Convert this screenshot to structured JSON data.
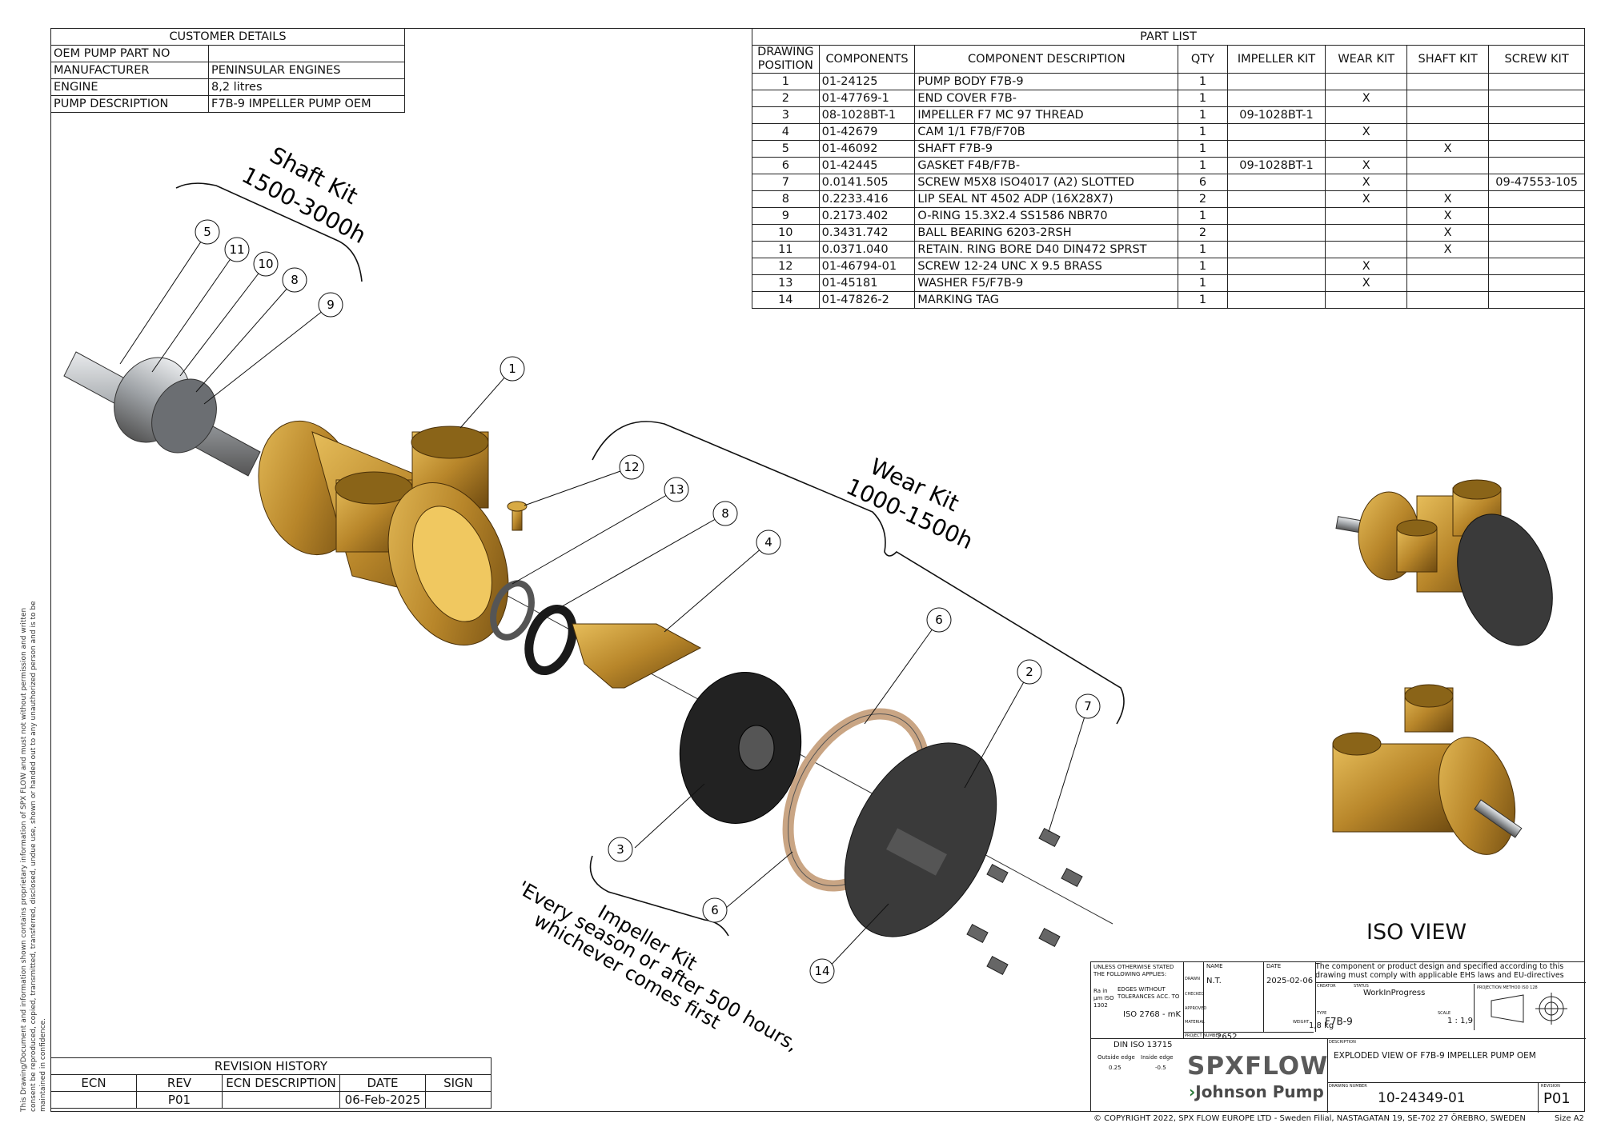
{
  "customer": {
    "header": "CUSTOMER DETAILS",
    "rows": [
      {
        "label": "OEM PUMP PART NO",
        "value": ""
      },
      {
        "label": "MANUFACTURER",
        "value": "PENINSULAR ENGINES"
      },
      {
        "label": "ENGINE",
        "value": "8,2 litres"
      },
      {
        "label": "PUMP DESCRIPTION",
        "value": "F7B-9 IMPELLER PUMP OEM"
      }
    ]
  },
  "parts": {
    "header": "PART LIST",
    "columns": [
      "DRAWING POSITION",
      "COMPONENTS",
      "COMPONENT DESCRIPTION",
      "QTY",
      "IMPELLER KIT",
      "WEAR KIT",
      "SHAFT KIT",
      "SCREW KIT"
    ],
    "rows": [
      [
        "1",
        "01-24125",
        "PUMP BODY F7B-9",
        "1",
        "",
        "",
        "",
        ""
      ],
      [
        "2",
        "01-47769-1",
        "END COVER F7B-",
        "1",
        "",
        "X",
        "",
        ""
      ],
      [
        "3",
        "08-1028BT-1",
        "IMPELLER F7 MC 97 THREAD",
        "1",
        "09-1028BT-1",
        "",
        "",
        ""
      ],
      [
        "4",
        "01-42679",
        "CAM 1/1 F7B/F70B",
        "1",
        "",
        "X",
        "",
        ""
      ],
      [
        "5",
        "01-46092",
        "SHAFT F7B-9",
        "1",
        "",
        "",
        "X",
        ""
      ],
      [
        "6",
        "01-42445",
        "GASKET F4B/F7B-",
        "1",
        "09-1028BT-1",
        "X",
        "",
        ""
      ],
      [
        "7",
        "0.0141.505",
        "SCREW M5X8 ISO4017 (A2) SLOTTED",
        "6",
        "",
        "X",
        "",
        "09-47553-105"
      ],
      [
        "8",
        "0.2233.416",
        "LIP SEAL NT 4502 ADP (16X28X7)",
        "2",
        "",
        "X",
        "X",
        ""
      ],
      [
        "9",
        "0.2173.402",
        "O-RING 15.3X2.4 SS1586 NBR70",
        "1",
        "",
        "",
        "X",
        ""
      ],
      [
        "10",
        "0.3431.742",
        "BALL BEARING 6203-2RSH",
        "2",
        "",
        "",
        "X",
        ""
      ],
      [
        "11",
        "0.0371.040",
        "RETAIN. RING BORE D40 DIN472 SPRST",
        "1",
        "",
        "",
        "X",
        ""
      ],
      [
        "12",
        "01-46794-01",
        "SCREW 12-24 UNC X 9.5 BRASS",
        "1",
        "",
        "X",
        "",
        ""
      ],
      [
        "13",
        "01-45181",
        "WASHER F5/F7B-9",
        "1",
        "",
        "X",
        "",
        ""
      ],
      [
        "14",
        "01-47826-2",
        "MARKING TAG",
        "1",
        "",
        "",
        "",
        ""
      ]
    ]
  },
  "revision": {
    "header": "REVISION HISTORY",
    "columns": [
      "ECN",
      "REV",
      "ECN DESCRIPTION",
      "DATE",
      "SIGN"
    ],
    "row": [
      "",
      "P01",
      "",
      "06-Feb-2025",
      ""
    ]
  },
  "kits": {
    "shaft_line1": "Shaft Kit",
    "shaft_line2": "1500-3000h",
    "wear_line1": "Wear Kit",
    "wear_line2": "1000-1500h",
    "impeller_line1": "Impeller Kit",
    "impeller_line2": "'Every season or after 500 hours,",
    "impeller_line3": "whichever comes first"
  },
  "balloons": [
    "5",
    "11",
    "10",
    "8",
    "9",
    "1",
    "12",
    "13",
    "8",
    "4",
    "6",
    "2",
    "7",
    "3",
    "6",
    "14"
  ],
  "iso_view": "ISO VIEW",
  "side_note": "This Drawing/Document and information shown contains proprietary information of SPX FLOW and must not without permission and written consent be reproduced, copied, transmitted, transferred, disclosed, undue use, shown or handed out to any unauthorized person and is to be maintained in confidence.",
  "title_block": {
    "unless": "UNLESS OTHERWISE STATED THE FOLLOWING APPLIES:",
    "ra": "Ra in µm ISO 1302",
    "edges": "EDGES WITHOUT TOLERANCES ACC. TO",
    "iso_tol": "ISO 2768 - mK",
    "din": "DIN ISO 13715",
    "outside_edge": "Outside edge",
    "inside_edge": "Inside edge",
    "edge_val1": "0.25",
    "edge_val2": "-0.5",
    "name_label": "NAME",
    "date_label": "DATE",
    "drawn_label": "DRAWN",
    "drawn_name": "N.T.",
    "drawn_date": "2025-02-06",
    "checked_label": "CHECKED",
    "approved_label": "APPROVED",
    "material_label": "MATERIAL",
    "weight_label": "WEIGHT",
    "weight": "1,8 kg",
    "project_label": "PROJECT NUMBER",
    "project": "2652",
    "compliance": "The component or product design and specified according to this drawing must comply with applicable EHS laws and EU-directives",
    "creator_label": "CREATOR",
    "status_label": "STATUS",
    "status": "WorkInProgress",
    "type_label": "TYPE",
    "type": "F7B-9",
    "scale_label": "SCALE",
    "scale": "1 : 1,9",
    "projection_label": "PROJECTION METHOD ISO 128",
    "description_label": "DESCRIPTION",
    "description": "EXPLODED VIEW OF F7B-9 IMPELLER PUMP OEM",
    "drawing_number_label": "DRAWING NUMBER",
    "drawing_number": "10-24349-01",
    "revision_label": "REVISION",
    "revision": "P01",
    "brand1": "SPXFLOW",
    "brand2": "Johnson Pump"
  },
  "copyright": "© COPYRIGHT 2022, SPX FLOW EUROPE LTD - Sweden Filial, NASTAGATAN 19, SE-702 27 ÖREBRO, SWEDEN",
  "size_label": "Size",
  "size_value": "A2",
  "colors": {
    "bronze": "#b8892a",
    "bronze_dark": "#7a5512",
    "rubber": "#222222",
    "gasket": "#d9b99a",
    "steel": "#9a9ea3"
  }
}
